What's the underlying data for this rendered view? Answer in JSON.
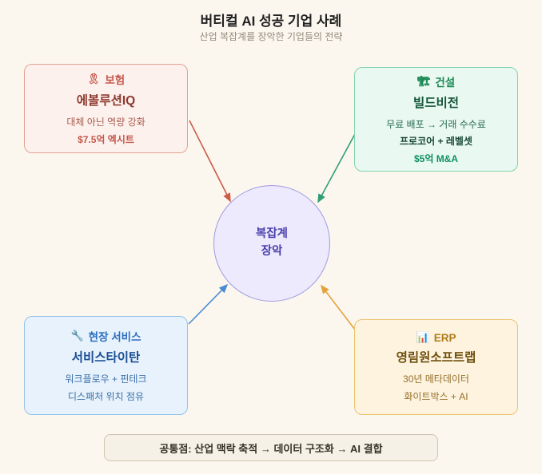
{
  "page": {
    "title": "버티컬 AI 성공 기업 사례",
    "subtitle": "산업 복잡계를 장악한 기업들의 전략"
  },
  "center": {
    "line1": "복잡계",
    "line2": "장악"
  },
  "cards": {
    "insurance": {
      "icon": "🎗",
      "category": "보험",
      "company": "에볼루션IQ",
      "line1": "대체 아닌 역량 강화",
      "line2": "$7.5억 엑시트"
    },
    "construction": {
      "icon": "🏗",
      "category": "건설",
      "company": "빌드비전",
      "line1": "무료 배포 → 거래 수수료",
      "line2": "프로코어 + 레벨셋",
      "line3": "$5억 M&A"
    },
    "field_service": {
      "icon": "🔧",
      "category": "현장 서비스",
      "company": "서비스타이탄",
      "line1": "워크플로우 + 핀테크",
      "line2": "디스패처 위치 점유"
    },
    "erp": {
      "icon": "📊",
      "category": "ERP",
      "company": "영림원소프트랩",
      "line1": "30년 메타데이터",
      "line2": "화이트박스 + AI"
    }
  },
  "footer": {
    "text": "공통점: 산업 맥락 축적 → 데이터 구조화 → AI 결합"
  },
  "colors": {
    "background": "#fbf7ef",
    "insurance_accent": "#c4574b",
    "construction_accent": "#1b8a55",
    "field_service_accent": "#2e6fc0",
    "erp_accent": "#b07c1a",
    "center_accent": "#4b3fae",
    "arrow_red": "#cd5b49",
    "arrow_green": "#2f9e74",
    "arrow_blue": "#4a8cd2",
    "arrow_orange": "#e3a23c"
  }
}
